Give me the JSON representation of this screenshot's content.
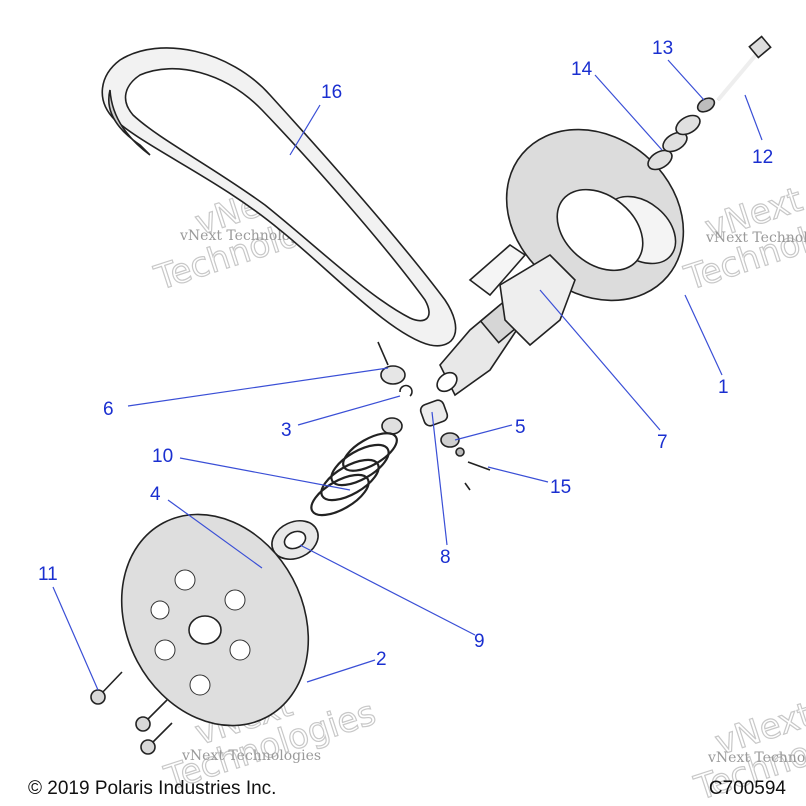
{
  "diagram": {
    "callouts": [
      "16",
      "14",
      "13",
      "12",
      "1",
      "7",
      "6",
      "3",
      "5",
      "15",
      "10",
      "8",
      "4",
      "9",
      "11",
      "2"
    ],
    "watermark_text": [
      "vNext Technologies",
      "vNext Technologies",
      "vNext Technologies",
      "vNext Technologies"
    ],
    "watermark_big": [
      "vNext",
      "Technologies",
      "vNext",
      "Technologies",
      "vNext",
      "Technologies",
      "vNext",
      "Technologies"
    ],
    "copyright": "© 2019 Polaris Industries Inc.",
    "figure_code": "C700594"
  },
  "colors": {
    "callout": "#1a2fd0",
    "leader": "#3a4fd6",
    "part_fill": "#e6e6e6",
    "outline": "#222222"
  }
}
